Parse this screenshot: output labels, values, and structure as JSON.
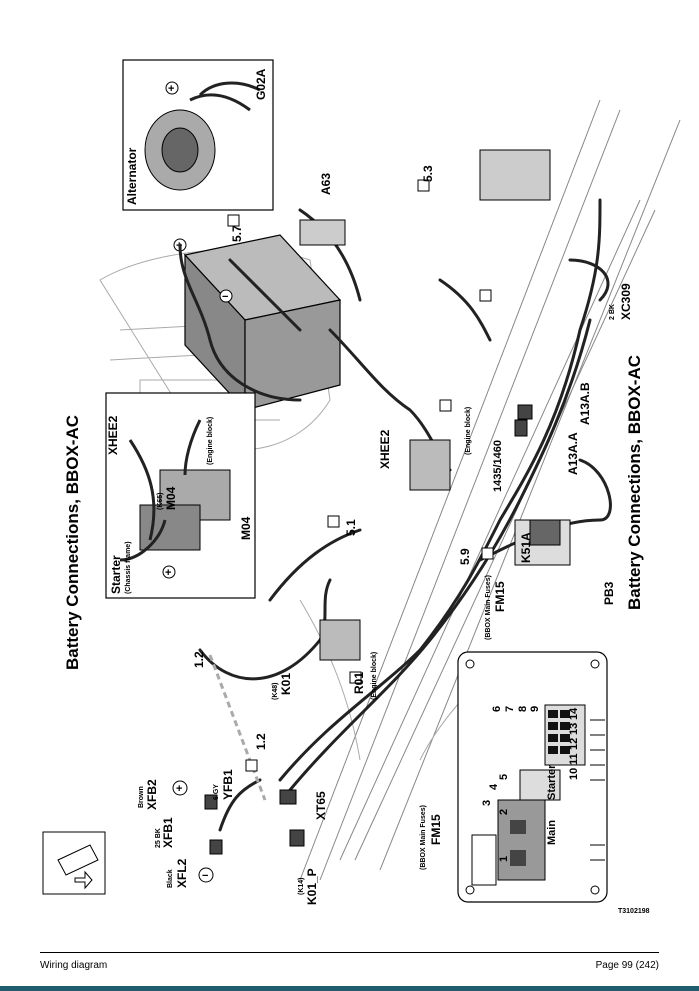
{
  "titles": {
    "left": "Battery Connections, BBOX-AC",
    "right": "Battery Connections, BBOX-AC"
  },
  "components": {
    "alternator": "Alternator",
    "g02a": "G02A",
    "a63": "A63",
    "starter": "Starter",
    "chassis_frame": "(Chassis frame)",
    "engine_block_1": "(Engine block)",
    "engine_block_2": "(Engine block)",
    "engine_block_3": "(Engine block)",
    "xhee2_a": "XHEE2",
    "xhee2_b": "XHEE2",
    "k65": "(K65)",
    "m04_a": "M04",
    "m04_b": "M04",
    "k48": "(K48)",
    "k01": "K01",
    "r01": "R01",
    "k51a": "K51A",
    "bbox_main_fuses_1": "(BBOX Main Fuses)",
    "bbox_main_fuses_2": "(BBOX Main Fuses)",
    "fm15_a": "FM15",
    "fm15_b": "FM15",
    "pb3": "PB3",
    "a13a_a": "A13A.A",
    "a13a_b": "A13A.B",
    "wire_1435": "1435/1460",
    "xc309": "XC309",
    "bk2": "2 BK",
    "xt65": "XT65",
    "k14": "(K14)",
    "k01p": "K01_P",
    "brown": "Brown",
    "xfb2": "XFB2",
    "bk25": "25 BK",
    "xfb1": "XFB1",
    "gy6": "6 GY",
    "yfb1": "YFB1",
    "black": "Black",
    "xfl2": "XFL2",
    "main": "Main",
    "starter_box": "Starter"
  },
  "refs": {
    "r53": "5.3",
    "r57": "5.7",
    "r51": "5.1",
    "r59": "5.9",
    "r12a": "1.2",
    "r12b": "1.2"
  },
  "fuse_numbers": [
    "1",
    "2",
    "3",
    "4",
    "5",
    "6",
    "7",
    "8",
    "9",
    "10",
    "11",
    "12",
    "13",
    "14"
  ],
  "figure_id": "T3102198",
  "footer": {
    "left": "Wiring diagram",
    "right": "Page 99 (242)"
  },
  "colors": {
    "footer_bar": "#1f5e6e"
  }
}
